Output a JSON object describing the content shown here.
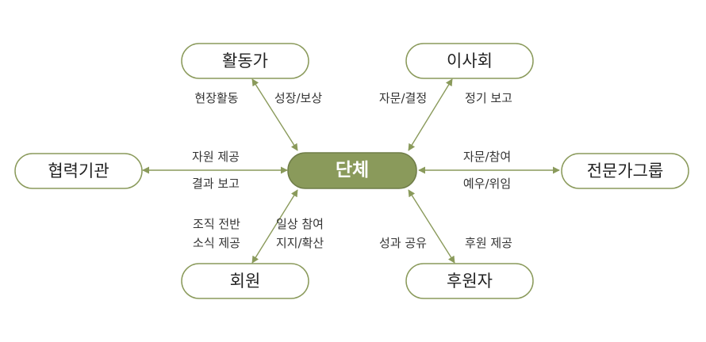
{
  "center": {
    "label": "단체"
  },
  "nodes": {
    "activist": "활동가",
    "board": "이사회",
    "partner": "협력기관",
    "expert": "전문가그룹",
    "member": "회원",
    "donor": "후원자"
  },
  "edges": {
    "activist_to_center": "성장/보상",
    "center_to_activist": "현장활동",
    "board_to_center": "자문/결정",
    "center_to_board": "정기 보고",
    "partner_to_center": "자원 제공",
    "center_to_partner": "결과 보고",
    "expert_to_center_1": "자문/참여",
    "center_to_expert": "예우/위임",
    "member_to_center_1": "일상 참여",
    "member_to_center_2": "지지/확산",
    "center_to_member_1": "조직 전반",
    "center_to_member_2": "소식 제공",
    "donor_to_center": "후원 제공",
    "center_to_donor": "성과 공유"
  },
  "colors": {
    "accent": "#8a9a5b",
    "center_fill": "#8a9a5b",
    "center_stroke": "#6f7d48",
    "node_fill": "#ffffff",
    "node_stroke": "#8a9a5b",
    "arrow": "#8a9a5b"
  }
}
